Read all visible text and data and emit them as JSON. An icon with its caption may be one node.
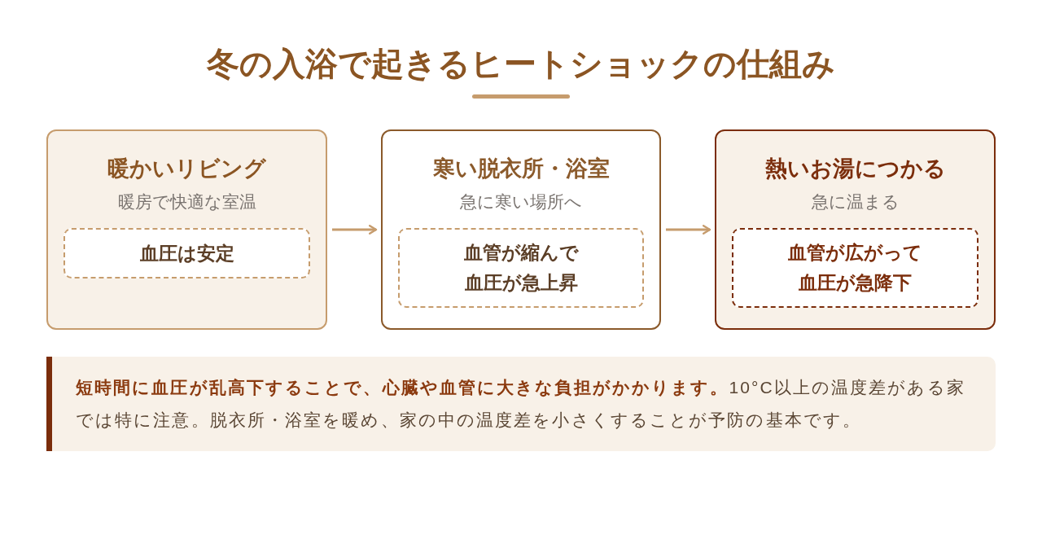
{
  "diagram": {
    "title": "冬の入浴で起きるヒートショックの仕組み",
    "nodes": [
      {
        "text": [
          "暖かいリビング",
          "暖房で快適な室温"
        ]
      },
      {
        "text": [
          "血圧は安定"
        ],
        "in": 0
      },
      {
        "text": [
          "寒い脱衣所・浴室",
          "急に寒い場所へ"
        ]
      },
      {
        "text": [
          "血管が縮んで血圧が急上昇"
        ],
        "in": 2
      },
      {
        "text": [
          "熱いお湯につかる",
          "急に温まる"
        ]
      },
      {
        "text": [
          "血管が広がって血圧が急降下"
        ],
        "in": 4
      },
      {
        "text": [
          "**短時間に血圧が乱高下することで、心臓や血管に大きな負担がかかります。**10°C以上の温度差がある家では特に注意。脱衣所・浴室を暖め、家の中の温度差を小さくすることが予防の基本です。"
        ]
      }
    ],
    "edges": [
      {
        "from": 0,
        "to": 2,
        "arrow": "to"
      },
      {
        "from": 2,
        "to": 4,
        "arrow": "to"
      }
    ]
  }
}
